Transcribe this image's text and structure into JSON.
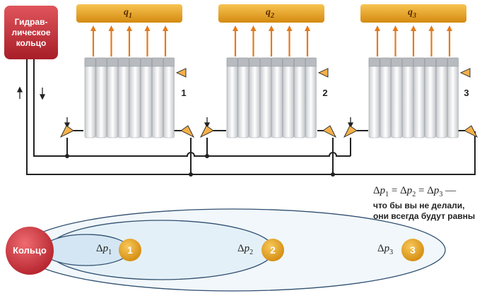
{
  "ring_box": {
    "line1": "Гидрав-",
    "line2": "лическое",
    "line3": "кольцо"
  },
  "heat": [
    {
      "symbol": "q",
      "index": "1"
    },
    {
      "symbol": "q",
      "index": "2"
    },
    {
      "symbol": "q",
      "index": "3"
    }
  ],
  "radiators": [
    "1",
    "2",
    "3"
  ],
  "equation": {
    "delta": "Δ",
    "p": "p",
    "i1": "1",
    "i2": "2",
    "i3": "3",
    "eq": "=",
    "dash": "—"
  },
  "caption": {
    "line1": "что бы вы не делали,",
    "line2": "они всегда будут равны"
  },
  "diagram": {
    "ring_label": "Кольцо",
    "loops": [
      {
        "num": "1",
        "delta": "Δ",
        "p": "p",
        "index": "1"
      },
      {
        "num": "2",
        "delta": "Δ",
        "p": "p",
        "index": "2"
      },
      {
        "num": "3",
        "delta": "Δ",
        "p": "p",
        "index": "3"
      }
    ]
  },
  "colors": {
    "ring_red": "#c9303a",
    "bar_gold": "#e9a320",
    "arrow_orange": "#e37a1c",
    "pipe": "#222222",
    "loop_fill": "#e6f1f8",
    "loop_stroke": "#2f4f6f"
  }
}
